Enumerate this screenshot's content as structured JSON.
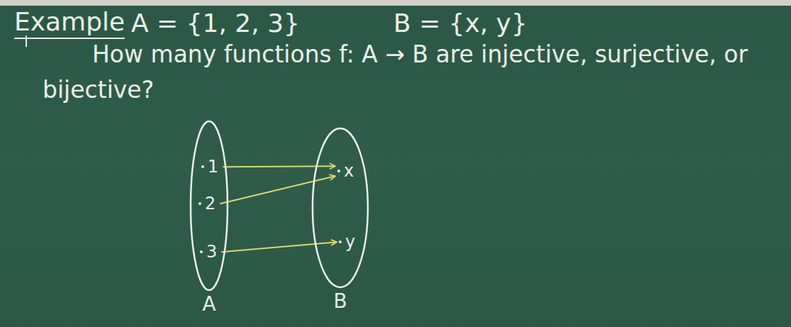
{
  "diagram": {
    "title": "Example",
    "nodes": [
      {
        "text": [
          "A"
        ]
      },
      {
        "text": [
          "1"
        ],
        "in": 0
      },
      {
        "text": [
          "2"
        ],
        "in": 0
      },
      {
        "text": [
          "3"
        ],
        "in": 0
      },
      {
        "text": [
          "B"
        ]
      },
      {
        "text": [
          "x"
        ],
        "in": 4
      },
      {
        "text": [
          "y"
        ],
        "in": 4
      }
    ],
    "edges": [
      {
        "from": 1,
        "to": 5,
        "arrow": "to"
      },
      {
        "from": 2,
        "to": 5,
        "arrow": "to"
      },
      {
        "from": 3,
        "to": 6,
        "arrow": "to"
      }
    ],
    "labels": [
      "A = {1, 2, 3}",
      "B = {x, y}",
      "How many functions f: A → B are injective, surjective, or bijective?"
    ]
  }
}
